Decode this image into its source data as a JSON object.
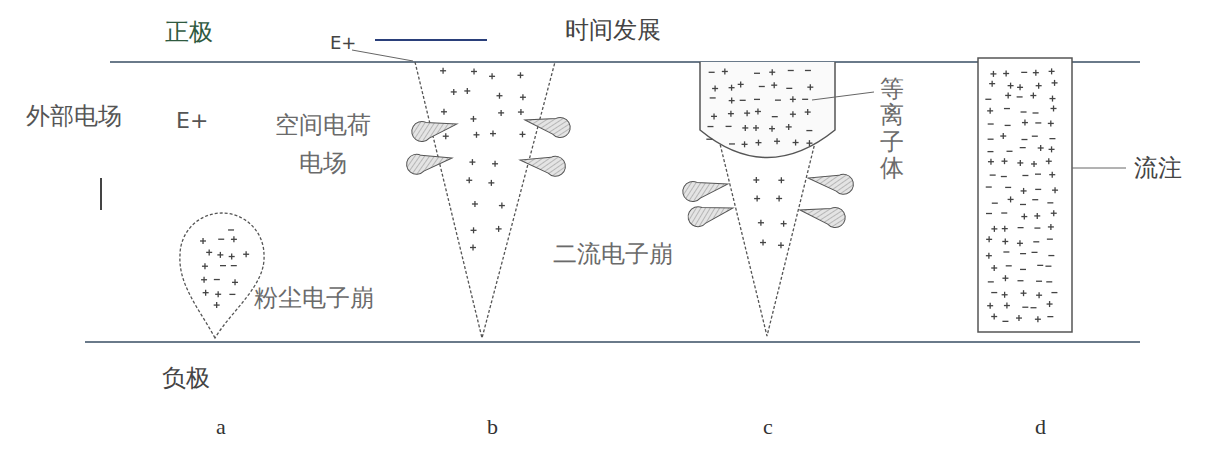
{
  "diagram": {
    "labels": [
      "正极",
      "时间发展",
      "外部电场",
      "E+",
      "E+",
      "空间电荷 电场",
      "粉尘电子崩",
      "二流电子崩",
      "等离子体",
      "流注",
      "负极",
      "a",
      "b",
      "c",
      "d"
    ]
  }
}
